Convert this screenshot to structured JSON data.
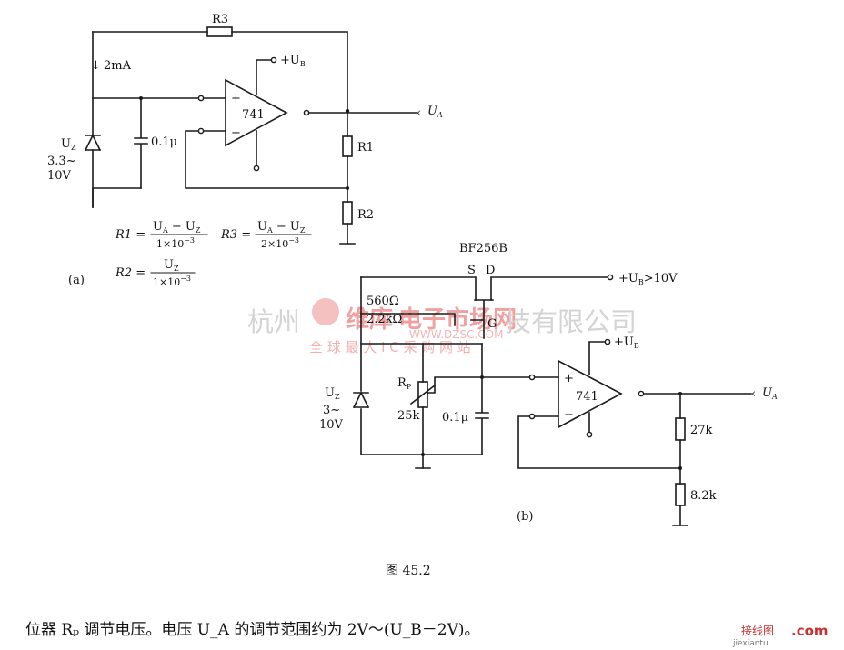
{
  "circuit_a": {
    "r3": "R3",
    "current": "2mA",
    "supply": "+U",
    "supply_sub": "B",
    "opamp": "741",
    "plus": "+",
    "minus": "−",
    "out": "U",
    "out_sub": "A",
    "uz": "U",
    "uz_sub": "Z",
    "uz_range1": "3.3~",
    "uz_range2": "10V",
    "cap": "0.1μ",
    "r1": "R1",
    "r2": "R2",
    "panel": "(a)",
    "eq_r1_lhs": "R1 =",
    "eq_r1_num": "U",
    "eq_r1_num_s1": "A",
    "eq_r1_num_mid": " − U",
    "eq_r1_num_s2": "Z",
    "eq_r1_den": "1×10",
    "eq_r1_den_exp": "−3",
    "eq_r3_lhs": "R3 =",
    "eq_r3_num": "U",
    "eq_r3_num_s1": "A",
    "eq_r3_num_mid": " − U",
    "eq_r3_num_s2": "Z",
    "eq_r3_den": "2×10",
    "eq_r3_den_exp": "−3",
    "eq_r2_lhs": "R2 =",
    "eq_r2_num": "U",
    "eq_r2_num_s": "Z",
    "eq_r2_den": "1×10",
    "eq_r2_den_exp": "−3"
  },
  "circuit_b": {
    "fet": "BF256B",
    "s": "S",
    "d": "D",
    "g": "G",
    "supply_d": "+U",
    "supply_d_sub": "B",
    "supply_d_tail": ">10V",
    "r560": "560Ω",
    "r22k": "2.2kΩ",
    "rp": "R",
    "rp_sub": "P",
    "rp_val": "25k",
    "uz": "U",
    "uz_sub": "Z",
    "uz_range1": "3~",
    "uz_range2": "10V",
    "cap": "0.1μ",
    "opamp": "741",
    "plus": "+",
    "minus": "−",
    "supply": "+U",
    "supply_sub": "B",
    "out": "U",
    "out_sub": "A",
    "r27k": "27k",
    "r82k": "8.2k",
    "panel": "(b)"
  },
  "caption": "图 45.2",
  "body_text": "位器 Rₚ 调节电压。电压 U_A 的调节范围约为 2V～(U_B－2V)。",
  "watermark": {
    "left": "杭州",
    "brand": "维库",
    "brand_tail": "电子市场网",
    "right": "技有限公司",
    "slogan": "全 球 最 大 I C 采 购 网 站",
    "url": "WWW.DZSC.COM"
  },
  "corner_mark": {
    "cn": "接线图",
    "dom": ".com",
    "url": "jiexiantu"
  }
}
